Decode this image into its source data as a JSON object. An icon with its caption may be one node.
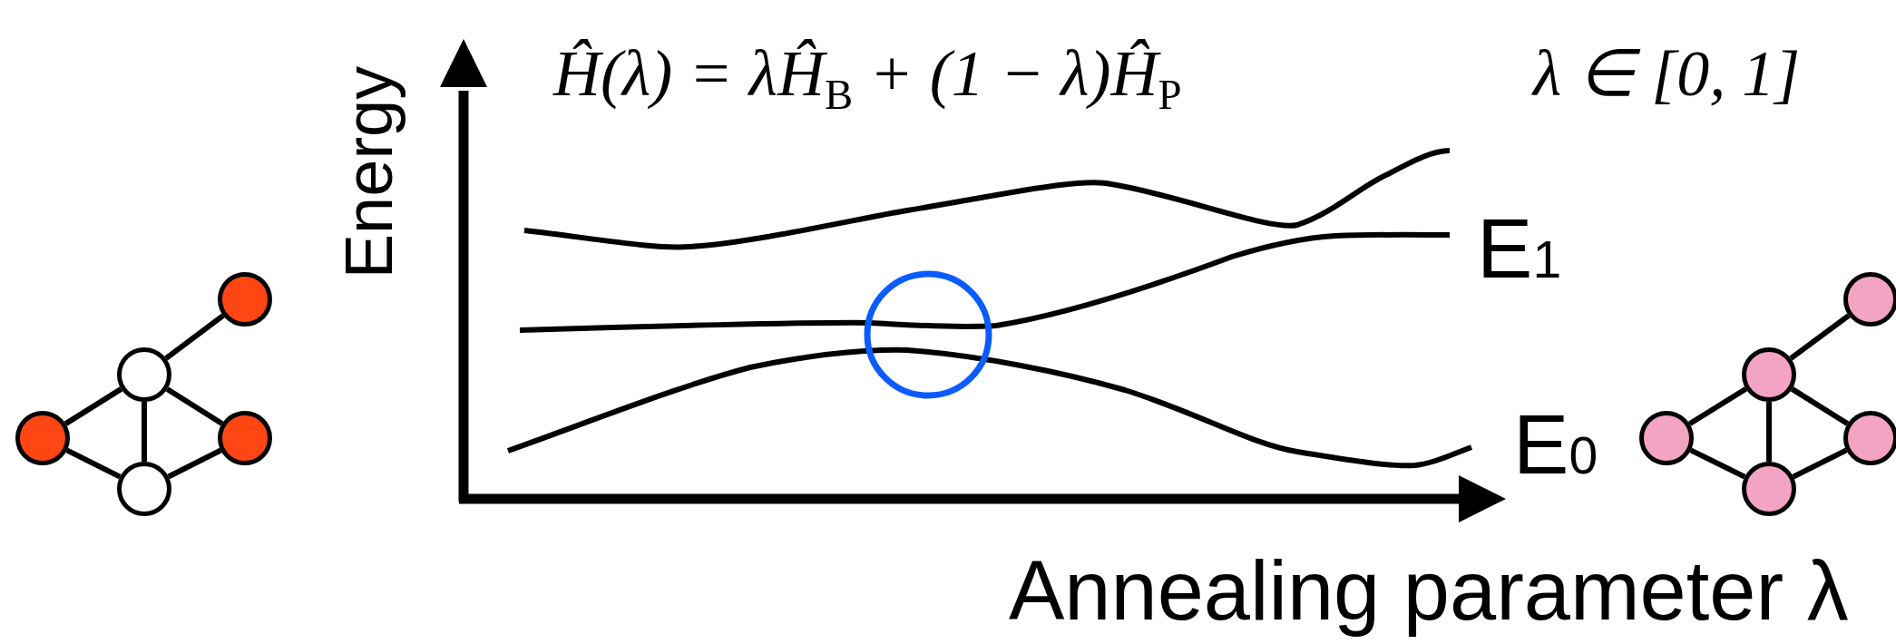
{
  "diagram": {
    "nodes": [
      {
        "text": [],
        "shape": "circle"
      },
      {
        "text": [],
        "shape": "circle"
      },
      {
        "text": [],
        "shape": "circle"
      },
      {
        "text": [],
        "shape": "circle"
      },
      {
        "text": [],
        "shape": "circle"
      },
      {
        "text": [],
        "shape": "circle"
      },
      {
        "text": [],
        "shape": "circle"
      },
      {
        "text": [],
        "shape": "circle"
      },
      {
        "text": [],
        "shape": "circle"
      },
      {
        "text": [],
        "shape": "circle"
      }
    ],
    "edges": [
      {
        "from": 0,
        "to": 1,
        "arrow": "none"
      },
      {
        "from": 1,
        "to": 2,
        "arrow": "none"
      },
      {
        "from": 1,
        "to": 3,
        "arrow": "none"
      },
      {
        "from": 1,
        "to": 4,
        "arrow": "none"
      },
      {
        "from": 2,
        "to": 4,
        "arrow": "none"
      },
      {
        "from": 3,
        "to": 4,
        "arrow": "none"
      },
      {
        "from": 5,
        "to": 6,
        "arrow": "none"
      },
      {
        "from": 6,
        "to": 7,
        "arrow": "none"
      },
      {
        "from": 6,
        "to": 8,
        "arrow": "none"
      },
      {
        "from": 6,
        "to": 9,
        "arrow": "none"
      },
      {
        "from": 7,
        "to": 9,
        "arrow": "none"
      },
      {
        "from": 8,
        "to": 9,
        "arrow": "none"
      }
    ],
    "labels": [
      "Ĥ(λ) = λĤ$_{B}$ + (1 − λ)Ĥ$_{P}$",
      "λ ∈ [0, 1]",
      "Energy",
      "E$_{1}$",
      "E$_{0}$",
      "Annealing parameter λ"
    ]
  }
}
